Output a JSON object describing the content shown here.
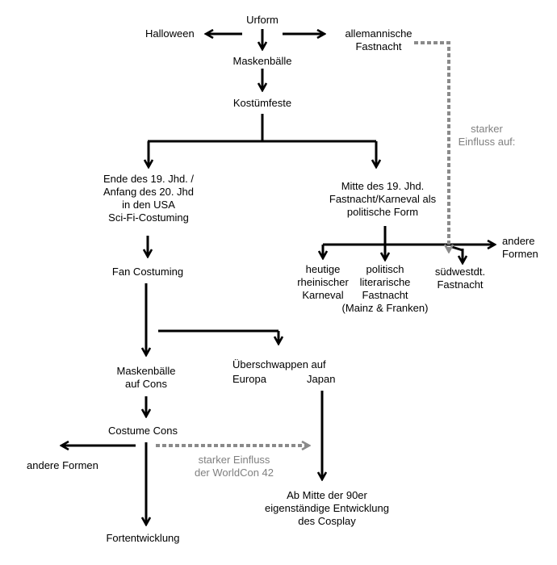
{
  "colors": {
    "line": "#000000",
    "influence": "#8a8a8a",
    "influence_text": "#808080"
  },
  "nodes": {
    "urform": [
      "Urform"
    ],
    "halloween": [
      "Halloween"
    ],
    "allemannische": [
      "allemannische",
      "Fastnacht"
    ],
    "maskenballe": [
      "Maskenbälle"
    ],
    "kostumfeste": [
      "Kostümfeste"
    ],
    "usa": [
      "Ende des 19. Jhd. /",
      "Anfang des 20. Jhd",
      "in den USA",
      "Sci-Fi-Costuming"
    ],
    "mitte19": [
      "Mitte des 19. Jhd.",
      "Fastnacht/Karneval als",
      "politische Form"
    ],
    "einfluss_right": [
      "starker",
      "Einfluss auf:"
    ],
    "andere_formen_right": [
      "andere",
      "Formen"
    ],
    "rheinischer": [
      "heutige",
      "rheinischer",
      "Karneval"
    ],
    "politisch": [
      "politisch",
      "literarische",
      "Fastnacht",
      "(Mainz & Franken)"
    ],
    "sudwestdt": [
      "südwestdt.",
      "Fastnacht"
    ],
    "fan_costuming": [
      "Fan Costuming"
    ],
    "maskenballe_cons": [
      "Maskenbälle",
      "auf Cons"
    ],
    "uberschwappen": [
      "Überschwappen auf"
    ],
    "europa": [
      "Europa"
    ],
    "japan": [
      "Japan"
    ],
    "costume_cons": [
      "Costume Cons"
    ],
    "andere_formen_left": [
      "andere Formen"
    ],
    "einfluss_worldcon": [
      "starker Einfluss",
      "der WorldCon 42"
    ],
    "ab_mitte": [
      "Ab Mitte der 90er",
      "eigenständige Entwicklung",
      "des Cosplay"
    ],
    "fortentwicklung": [
      "Fortentwicklung"
    ]
  }
}
